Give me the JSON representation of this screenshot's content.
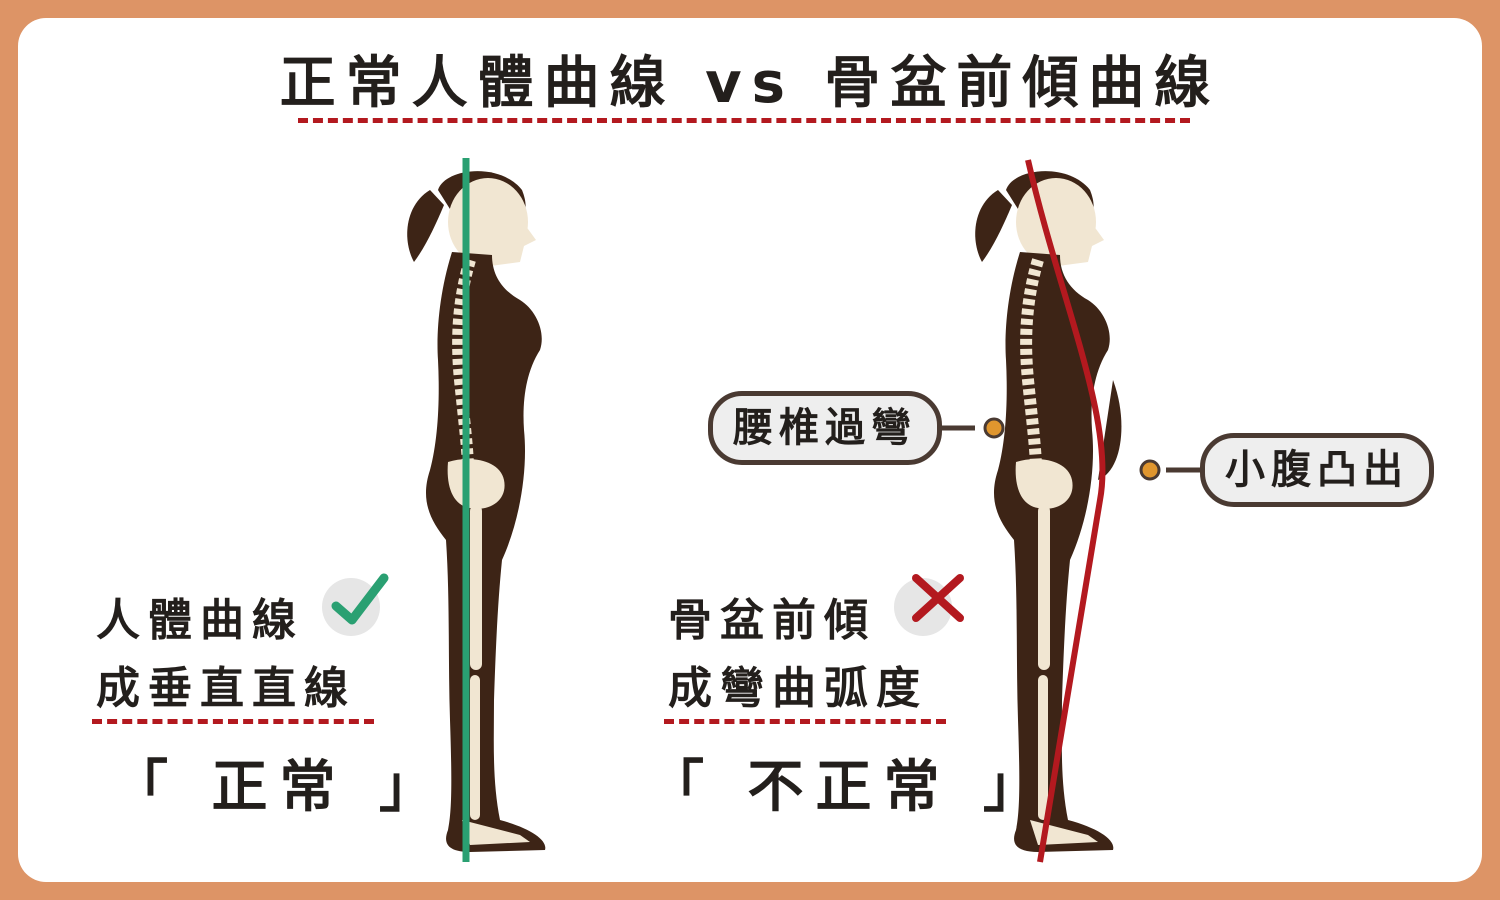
{
  "title": "正常人體曲線 vs 骨盆前傾曲線",
  "normal": {
    "caption_line1": "人體曲線",
    "caption_line2": "成垂直直線",
    "verdict": "「 正常 」",
    "mark_icon": "check-icon",
    "line_color": "#2aa072"
  },
  "tilt": {
    "caption_line1": "骨盆前傾",
    "caption_line2": "成彎曲弧度",
    "verdict": "「 不正常 」",
    "mark_icon": "cross-icon",
    "line_color": "#b3191f",
    "callout_lumbar": "腰椎過彎",
    "callout_belly": "小腹凸出"
  },
  "colors": {
    "frame": "#dd9466",
    "body": "#3d2416",
    "bone": "#f1e6d2",
    "accent_red": "#b3191f",
    "dot": "#e0962e"
  }
}
